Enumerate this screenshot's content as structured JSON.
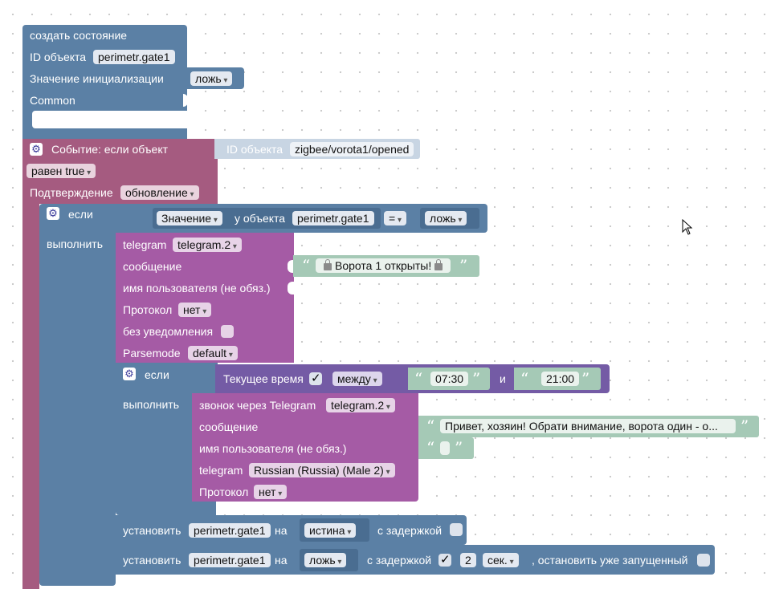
{
  "create_state": {
    "title": "создать состояние",
    "id_label": "ID объекта",
    "id_value": "perimetr.gate1",
    "init_label": "Значение инициализации",
    "init_value": "ложь",
    "common_label": "Common"
  },
  "event": {
    "title": "Событие: если объект",
    "id_label": "ID объекта",
    "id_value": "zigbee/vorota1/opened",
    "condition": "равен true",
    "confirm_label": "Подтверждение",
    "confirm_value": "обновление"
  },
  "if1": {
    "if_label": "если",
    "do_label": "выполнить",
    "value_label": "Значение",
    "of_object_label": "у объекта",
    "object": "perimetr.gate1",
    "operator": "=",
    "compare_value": "ложь"
  },
  "telegram1": {
    "label": "telegram",
    "instance": "telegram.2",
    "message_label": "сообщение",
    "message_text": "Ворота 1 открыты!",
    "username_label": "имя пользователя (не обяз.)",
    "protocol_label": "Протокол",
    "protocol_value": "нет",
    "silent_label": "без уведомления",
    "parsemode_label": "Parsemode",
    "parsemode_value": "default"
  },
  "if2": {
    "if_label": "если",
    "do_label": "выполнить",
    "time_label": "Текущее время",
    "between": "между",
    "from": "07:30",
    "and_label": "и",
    "to": "21:00"
  },
  "call": {
    "label": "звонок через Telegram",
    "instance": "telegram.2",
    "message_label": "сообщение",
    "message_text": "Привет, хозяин! Обрати внимание, ворота один - о...",
    "username_label": "имя пользователя (не обяз.)",
    "telegram_label": "telegram",
    "voice": "Russian (Russia) (Male 2)",
    "protocol_label": "Протокол",
    "protocol_value": "нет"
  },
  "set1": {
    "label": "установить",
    "object": "perimetr.gate1",
    "to_label": "на",
    "value": "истина",
    "delay_label": "с задержкой"
  },
  "set2": {
    "label": "установить",
    "object": "perimetr.gate1",
    "to_label": "на",
    "value": "ложь",
    "delay_label": "с задержкой",
    "delay_value": "2",
    "unit": "сек.",
    "stop_label": ", остановить уже запущенный"
  },
  "colors": {
    "variables_blue": "#5b80a5",
    "trigger_magenta": "#a55b80",
    "telegram_purple": "#a55ba5",
    "text_green": "#a5c9b6",
    "time_violet": "#745ba5"
  }
}
